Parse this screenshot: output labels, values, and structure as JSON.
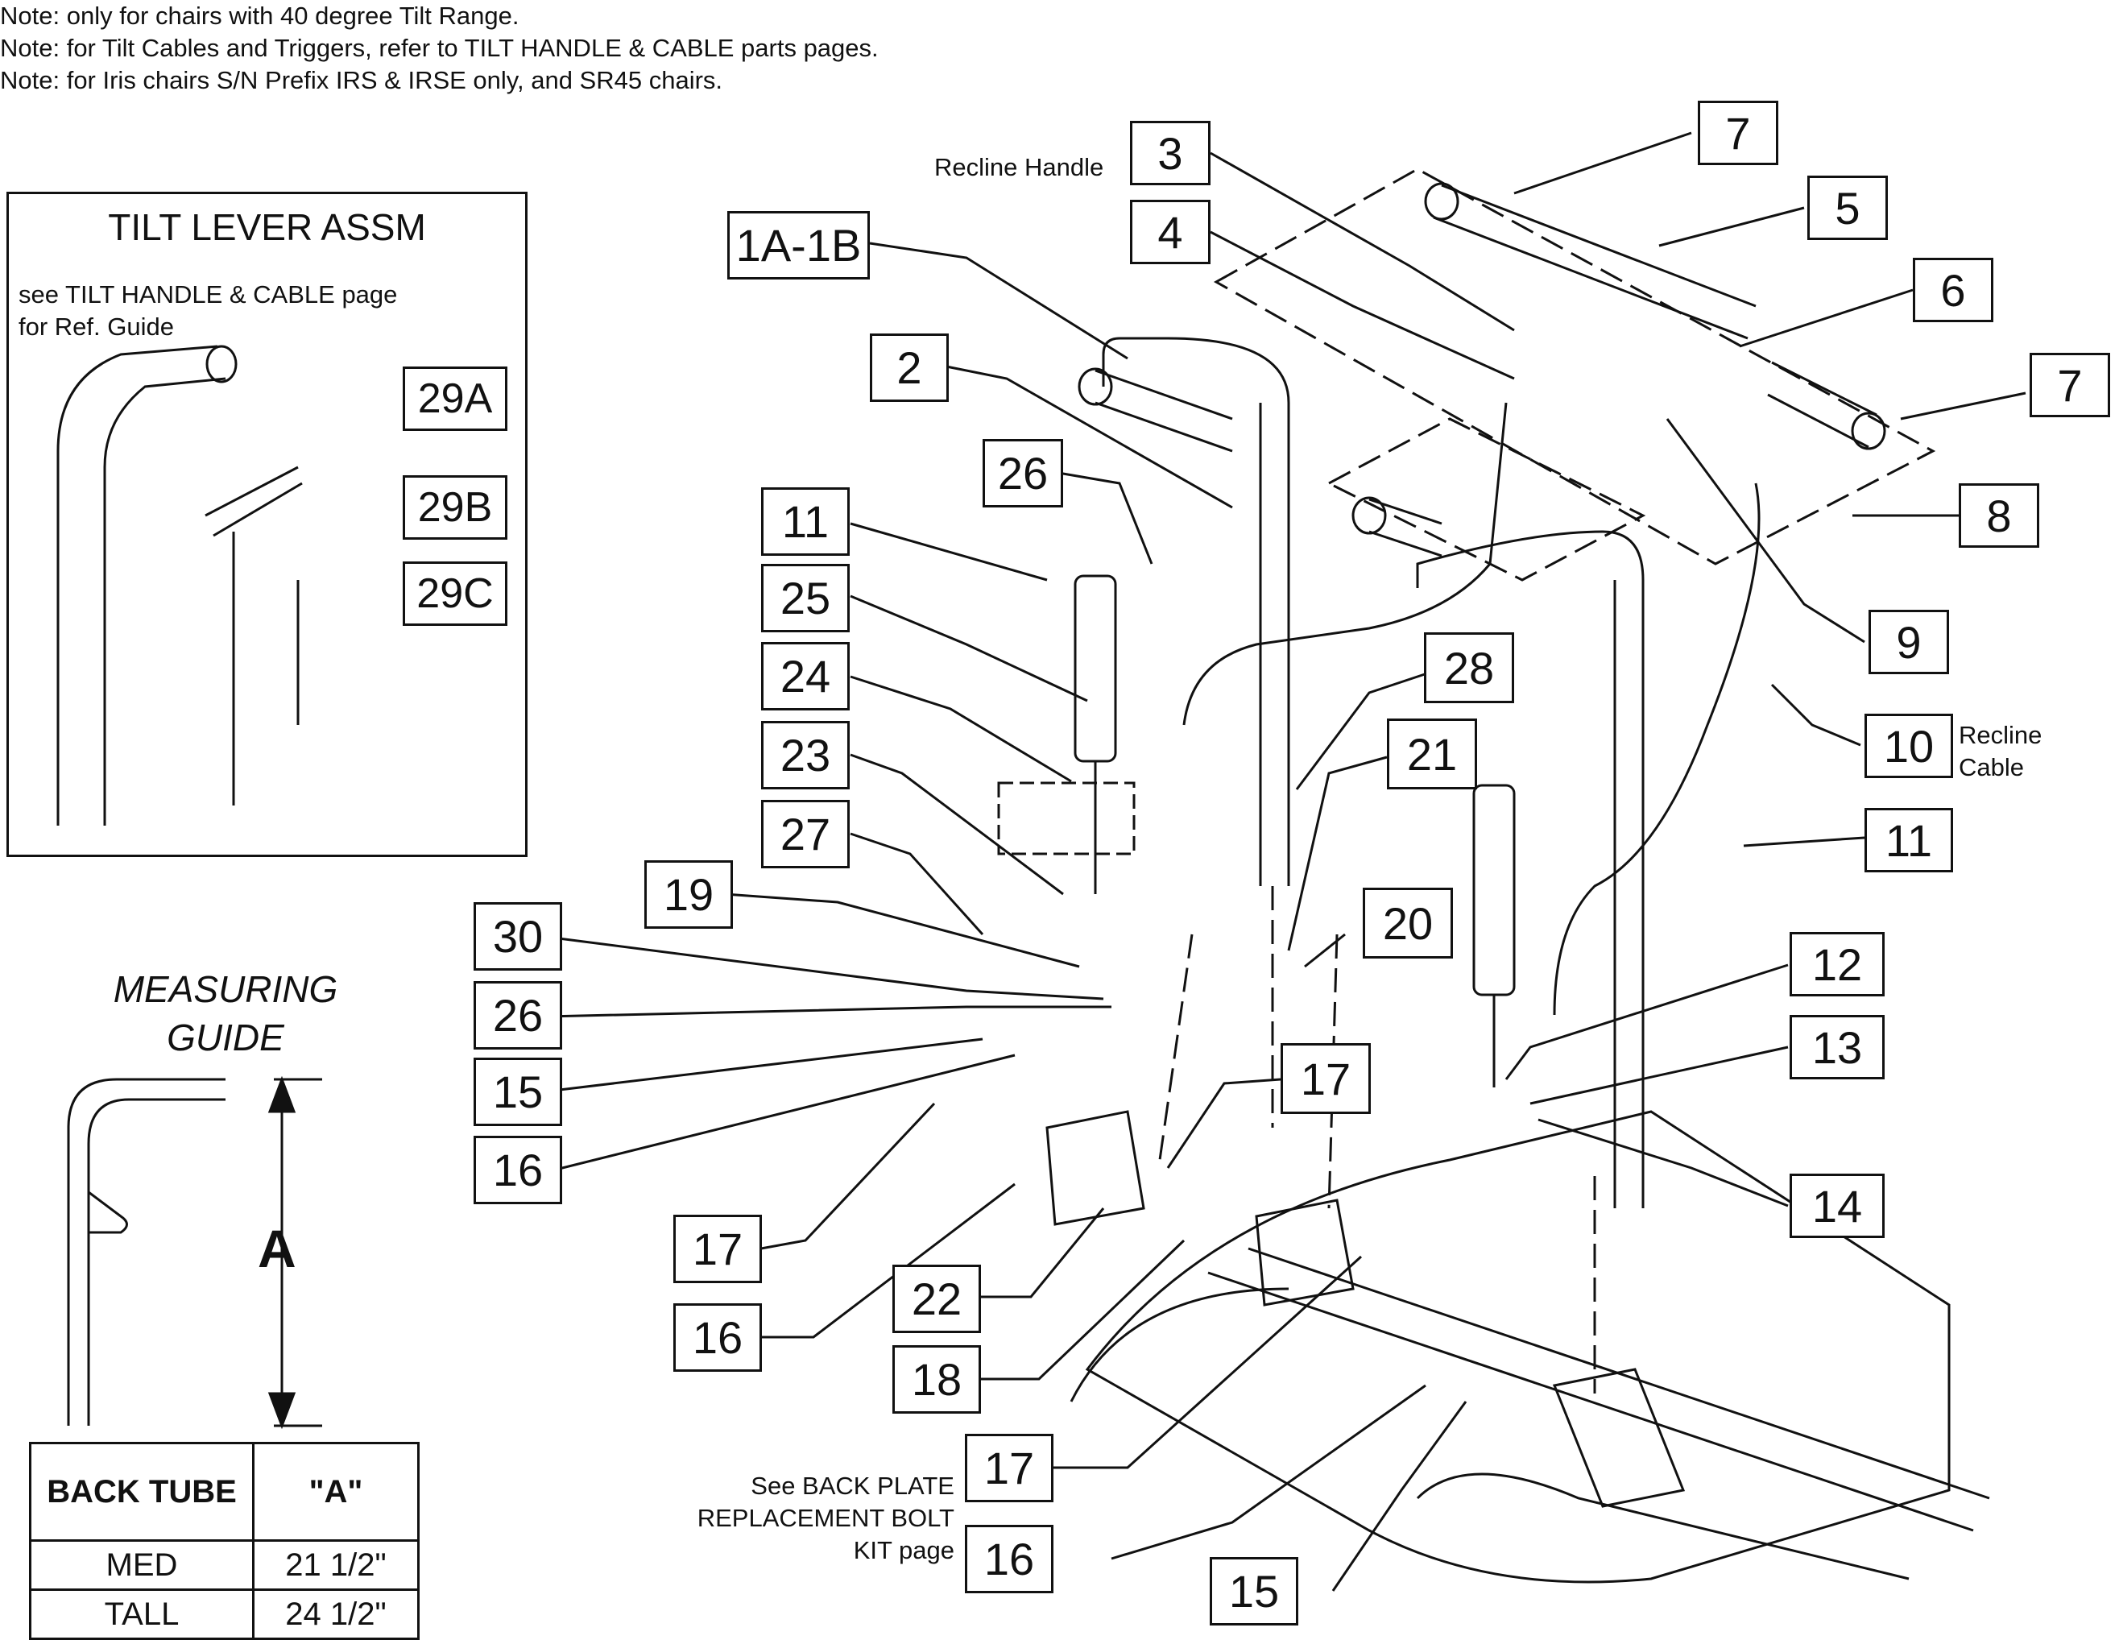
{
  "notes": [
    "Note: only for chairs with 40 degree Tilt Range.",
    "Note: for Tilt Cables and Triggers, refer to TILT HANDLE & CABLE parts pages.",
    "Note: for Iris chairs S/N Prefix IRS & IRSE only, and SR45 chairs."
  ],
  "tilt_lever": {
    "title": "TILT LEVER ASSM",
    "ref_line1": "see TILT HANDLE & CABLE page",
    "ref_line2": "for Ref. Guide",
    "callouts": [
      "29A",
      "29B",
      "29C"
    ]
  },
  "measuring_guide": {
    "title_line1": "MEASURING",
    "title_line2": "GUIDE",
    "dimension": "A",
    "table": {
      "headers": [
        "BACK TUBE",
        "\"A\""
      ],
      "rows": [
        [
          "MED",
          "21 1/2\""
        ],
        [
          "TALL",
          "24 1/2\""
        ]
      ]
    }
  },
  "side_labels": {
    "recline_handle": "Recline Handle",
    "recline_cable_1": "Recline",
    "recline_cable_2": "Cable",
    "back_plate_1": "See BACK PLATE",
    "back_plate_2": "REPLACEMENT BOLT",
    "back_plate_3": "KIT page"
  },
  "callouts": [
    {
      "id": "c-3",
      "label": "3"
    },
    {
      "id": "c-4",
      "label": "4"
    },
    {
      "id": "c-7a",
      "label": "7"
    },
    {
      "id": "c-5",
      "label": "5"
    },
    {
      "id": "c-6",
      "label": "6"
    },
    {
      "id": "c-7b",
      "label": "7"
    },
    {
      "id": "c-8",
      "label": "8"
    },
    {
      "id": "c-9",
      "label": "9"
    },
    {
      "id": "c-10",
      "label": "10"
    },
    {
      "id": "c-11b",
      "label": "11"
    },
    {
      "id": "c-12",
      "label": "12"
    },
    {
      "id": "c-13",
      "label": "13"
    },
    {
      "id": "c-14",
      "label": "14"
    },
    {
      "id": "c-1a1b",
      "label": "1A-1B"
    },
    {
      "id": "c-2",
      "label": "2"
    },
    {
      "id": "c-26a",
      "label": "26"
    },
    {
      "id": "c-11a",
      "label": "11"
    },
    {
      "id": "c-25",
      "label": "25"
    },
    {
      "id": "c-24",
      "label": "24"
    },
    {
      "id": "c-23",
      "label": "23"
    },
    {
      "id": "c-27",
      "label": "27"
    },
    {
      "id": "c-19",
      "label": "19"
    },
    {
      "id": "c-30",
      "label": "30"
    },
    {
      "id": "c-26b",
      "label": "26"
    },
    {
      "id": "c-15a",
      "label": "15"
    },
    {
      "id": "c-16a",
      "label": "16"
    },
    {
      "id": "c-28",
      "label": "28"
    },
    {
      "id": "c-21",
      "label": "21"
    },
    {
      "id": "c-20",
      "label": "20"
    },
    {
      "id": "c-17a",
      "label": "17"
    },
    {
      "id": "c-17b",
      "label": "17"
    },
    {
      "id": "c-16b",
      "label": "16"
    },
    {
      "id": "c-22",
      "label": "22"
    },
    {
      "id": "c-18",
      "label": "18"
    },
    {
      "id": "c-17c",
      "label": "17"
    },
    {
      "id": "c-16c",
      "label": "16"
    },
    {
      "id": "c-15b",
      "label": "15"
    }
  ]
}
